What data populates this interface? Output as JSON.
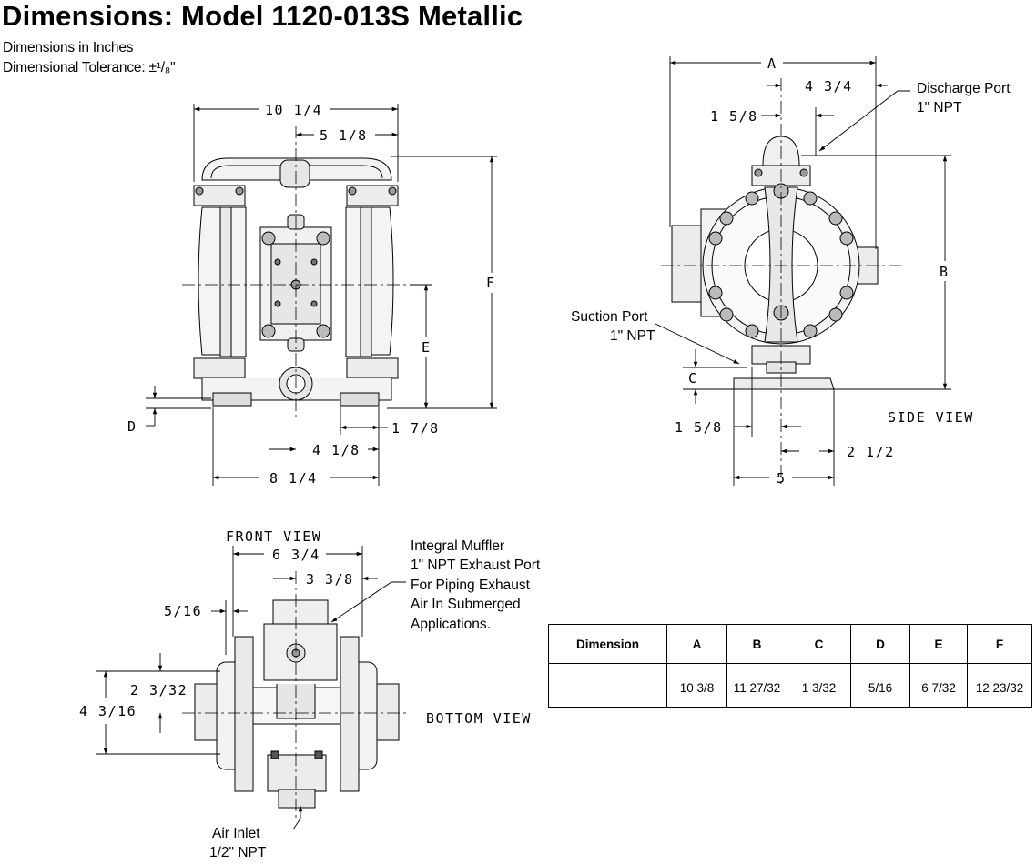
{
  "title": "Dimensions: Model 1120-013S Metallic",
  "subtitle_units": "Dimensions in Inches",
  "subtitle_tolerance": "Dimensional Tolerance: ±¹/₈\"",
  "front_view": {
    "label": "FRONT VIEW",
    "dim_top": "10 1/4",
    "dim_center": "5 1/8",
    "dim_F": "F",
    "dim_E": "E",
    "dim_D": "D",
    "dim_foot": "1 7/8",
    "dim_4_1_8": "4 1/8",
    "dim_8_1_4": "8 1/4"
  },
  "side_view": {
    "label": "SIDE VIEW",
    "dim_A": "A",
    "dim_4_3_4": "4 3/4",
    "dim_1_5_8_top": "1 5/8",
    "dim_B": "B",
    "dim_C": "C",
    "dim_1_5_8_bottom": "1 5/8",
    "dim_2_1_2": "2 1/2",
    "dim_5": "5",
    "discharge_line1": "Discharge Port",
    "discharge_line2": "1\" NPT",
    "suction_line1": "Suction Port",
    "suction_line2": "1\" NPT"
  },
  "bottom_view": {
    "label": "BOTTOM VIEW",
    "dim_6_3_4": "6 3/4",
    "dim_3_3_8": "3 3/8",
    "dim_5_16": "5/16",
    "dim_2_3_32": "2 3/32",
    "dim_4_3_16": "4 3/16",
    "muffler_line1": "Integral Muffler",
    "muffler_line2": "1\" NPT Exhaust Port",
    "muffler_line3": "For Piping Exhaust",
    "muffler_line4": "Air In Submerged",
    "muffler_line5": "Applications.",
    "air_inlet_line1": "Air Inlet",
    "air_inlet_line2": "1/2\" NPT"
  },
  "table": {
    "header": [
      "Dimension",
      "A",
      "B",
      "C",
      "D",
      "E",
      "F"
    ],
    "row": [
      "",
      "10 3/8",
      "11 27/32",
      "1 3/32",
      "5/16",
      "6 7/32",
      "12 23/32"
    ]
  }
}
